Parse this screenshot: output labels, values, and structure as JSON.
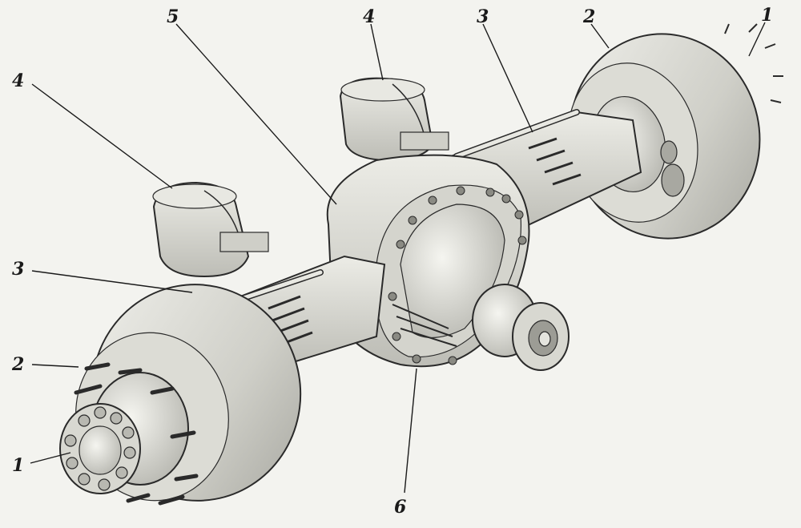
{
  "callouts": [
    {
      "id": "c1-right",
      "label": "1"
    },
    {
      "id": "c2-right",
      "label": "2"
    },
    {
      "id": "c3-right",
      "label": "3"
    },
    {
      "id": "c4-top",
      "label": "4"
    },
    {
      "id": "c5",
      "label": "5"
    },
    {
      "id": "c4-left",
      "label": "4"
    },
    {
      "id": "c3-left",
      "label": "3"
    },
    {
      "id": "c2-left",
      "label": "2"
    },
    {
      "id": "c1-left",
      "label": "1"
    },
    {
      "id": "c6",
      "label": "6"
    }
  ],
  "colors": {
    "ink": "#2a2a2a",
    "shade_light": "#e4e4de",
    "shade_mid": "#c9c9c2",
    "shade_dark": "#9c9c95",
    "paper": "#f3f3ef"
  }
}
